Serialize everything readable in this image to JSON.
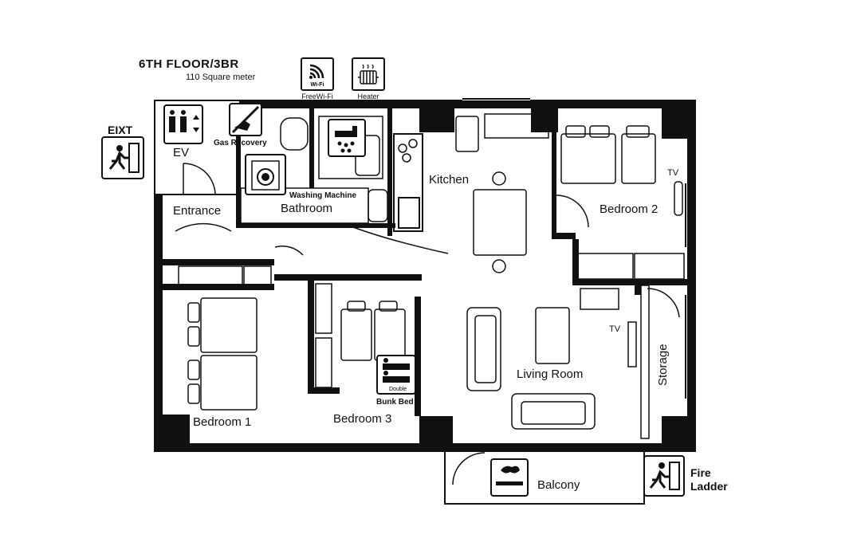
{
  "header": {
    "title": "6TH  FLOOR/3BR",
    "area": "110 Square meter"
  },
  "amenities": {
    "wifi": {
      "icon": "wifi-icon",
      "badge": "Wi-Fi",
      "caption": "FreeWi-Fi"
    },
    "heater": {
      "icon": "radiator-icon",
      "caption": "Heater"
    }
  },
  "rooms": {
    "ev": "EV",
    "entrance": "Entrance",
    "bathroom": "Bathroom",
    "kitchen": "Kitchen",
    "bedroom1": "Bedroom 1",
    "bedroom2": "Bedroom 2",
    "bedroom3": "Bedroom 3",
    "living": "Living Room",
    "storage": "Storage",
    "balcony": "Balcony"
  },
  "labels": {
    "exit": "EIXT",
    "gas_recovery": "Gas Recovery",
    "washing_machine": "Washing Machine",
    "bunk_bed": "Bunk Bed",
    "bunk_double": "Double",
    "tv_bedroom2": "TV",
    "tv_living": "TV",
    "fire_ladder_1": "Fire",
    "fire_ladder_2": "Ladder"
  },
  "icons": [
    "elevator-icon",
    "no-gas-icon",
    "washing-machine-icon",
    "shower-icon",
    "exit-icon",
    "smoking-icon",
    "fire-ladder-icon",
    "bunk-bed-icon"
  ]
}
